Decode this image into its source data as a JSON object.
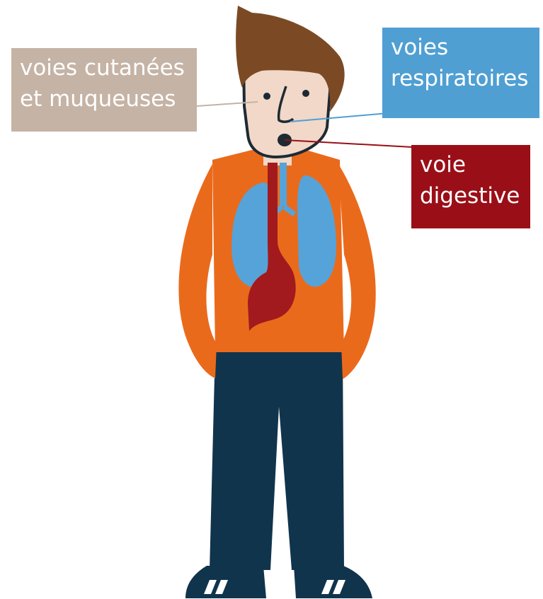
{
  "labels": {
    "skin_mucosa": {
      "line1": "voies cutanées",
      "line2": "et muqueuses"
    },
    "respiratory": {
      "line1": "voies",
      "line2": "respiratoires"
    },
    "digestive": {
      "line1": "voie",
      "line2": "digestive"
    }
  },
  "colors": {
    "skin_mucosa_box": "#c5b3a5",
    "respiratory_box": "#4f9fd3",
    "digestive_box": "#9a0f17",
    "shirt": "#ea6a1c",
    "trousers": "#11344d",
    "hair": "#7b4a24",
    "skin": "#f1d8c8",
    "lungs": "#56a3d9",
    "digestive_tract": "#a21a1d"
  }
}
